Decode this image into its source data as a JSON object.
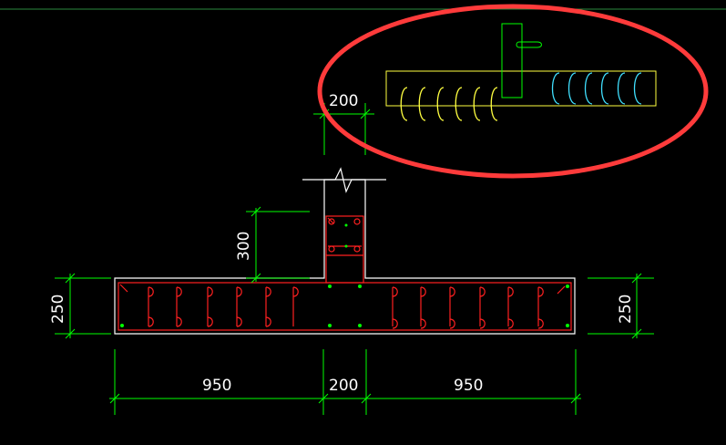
{
  "drawing": {
    "dimensions": {
      "top_width": "200",
      "top_height": "300",
      "left_height": "250",
      "right_height": "250",
      "bottom_left": "950",
      "bottom_middle": "200",
      "bottom_right": "950"
    },
    "colors": {
      "background": "#000000",
      "outline": "#ffffff",
      "dimension_line": "#00ff00",
      "rebar": "#ff2020",
      "stirrup_yellow": "#ffff40",
      "stirrup_cyan": "#40e0ff",
      "highlight_ellipse": "#ff3b3b"
    }
  }
}
